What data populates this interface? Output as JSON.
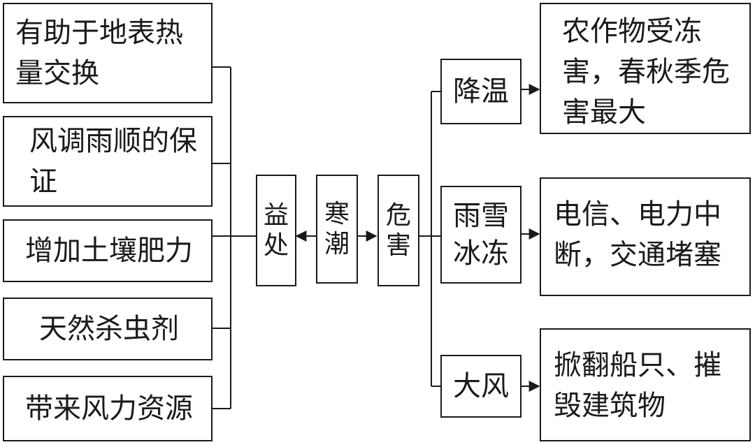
{
  "benefits": [
    {
      "label": "有助于地表热量交换"
    },
    {
      "label": "风调雨顺的保证"
    },
    {
      "label": "增加土壤肥力"
    },
    {
      "label": "天然杀虫剂"
    },
    {
      "label": "带来风力资源"
    }
  ],
  "center": {
    "benefit": "益处",
    "subject": "寒潮",
    "harm": "危害"
  },
  "harms": [
    {
      "category": "降温",
      "effect": "农作物受冻害，春秋季危害最大"
    },
    {
      "category": "雨雪冰冻",
      "effect": "电信、电力中断，交通堵塞"
    },
    {
      "category": "大风",
      "effect": "掀翻船只、摧毁建筑物"
    }
  ]
}
